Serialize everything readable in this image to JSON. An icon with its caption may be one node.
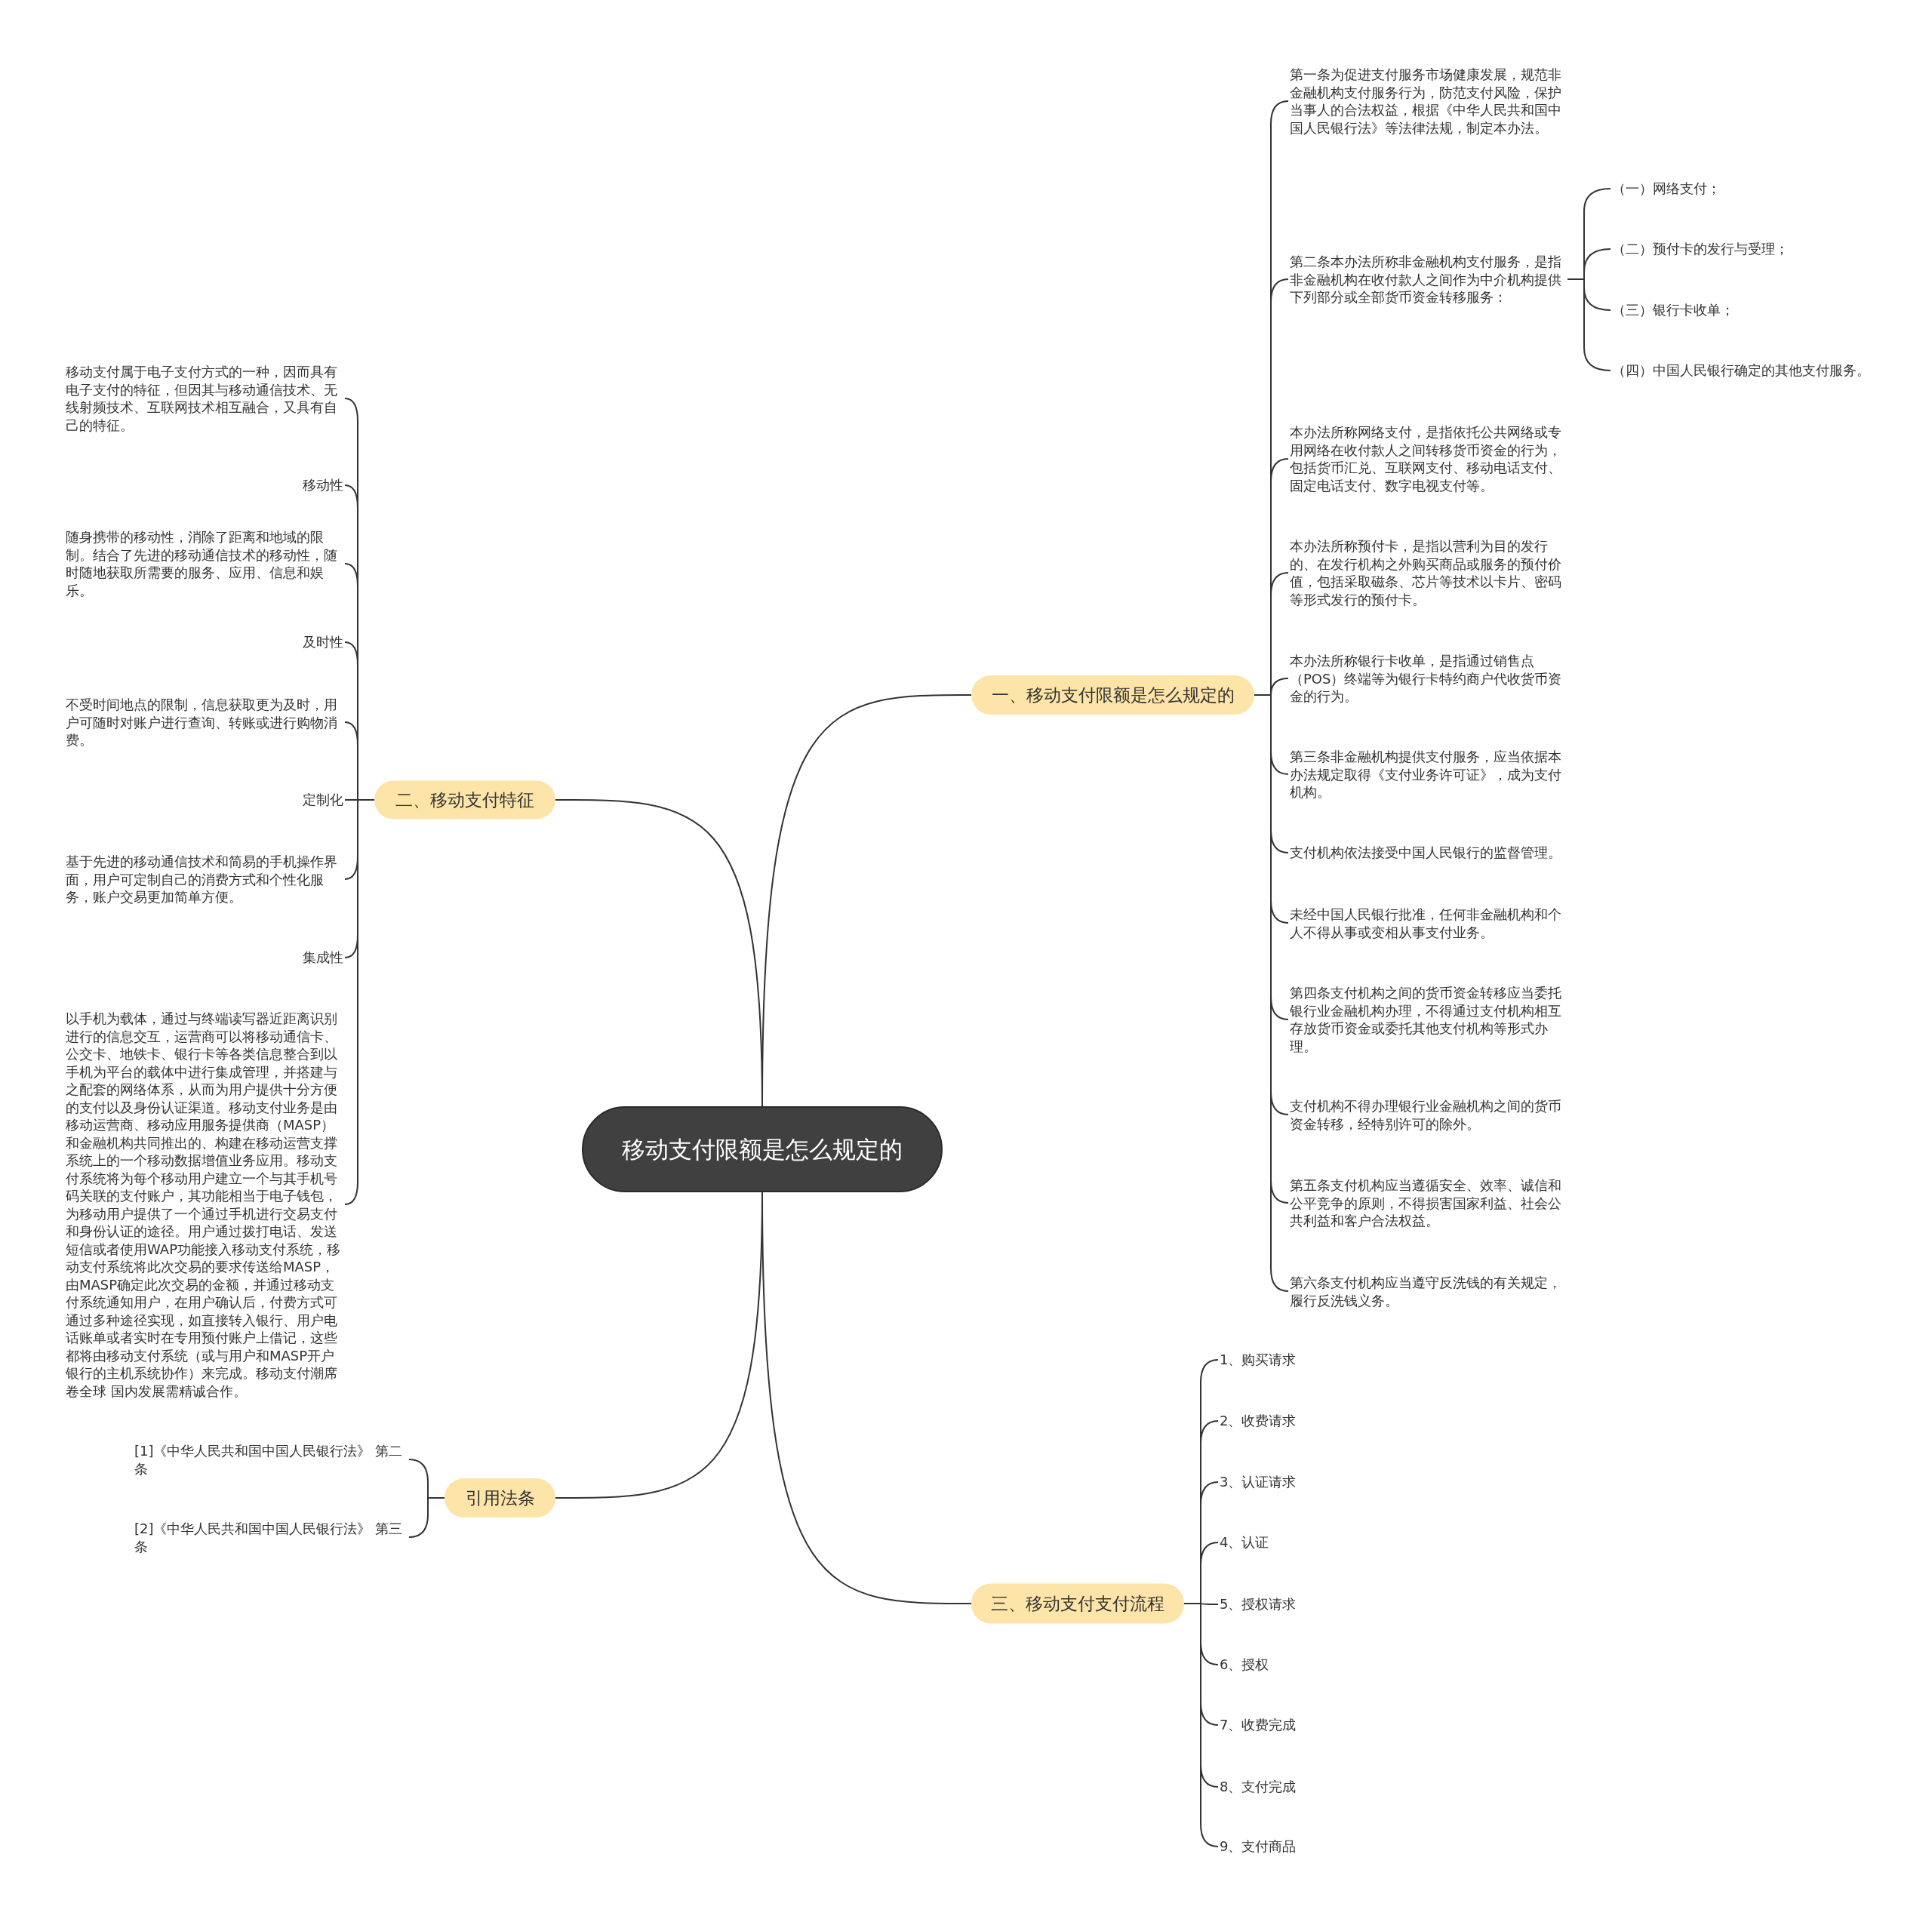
{
  "diagram": {
    "nodes": [
      {
        "text": [
          "移动支付限额是怎么规定的"
        ]
      },
      {
        "text": [
          "一、移动支付限额是怎么规定的"
        ]
      },
      {
        "text": [
          "第一条为促进支付服务市场健康发展，规范非金融机构支付服务行为，防范支付风险，保护当事人的合法权益，根据《中华人民共和国中国人民银行法》等法律法规，制定本办法。"
        ]
      },
      {
        "text": [
          "第二条本办法所称非金融机构支付服务，是指非金融机构在收付款人之间作为中介机构提供下列部分或全部货币资金转移服务："
        ]
      },
      {
        "text": [
          "（一）网络支付；"
        ]
      },
      {
        "text": [
          "（二）预付卡的发行与受理；"
        ]
      },
      {
        "text": [
          "（三）银行卡收单；"
        ]
      },
      {
        "text": [
          "（四）中国人民银行确定的其他支付服务。"
        ]
      },
      {
        "text": [
          "本办法所称网络支付，是指依托公共网络或专用网络在收付款人之间转移货币资金的行为，包括货币汇兑、互联网支付、移动电话支付、固定电话支付、数字电视支付等。"
        ]
      },
      {
        "text": [
          "本办法所称预付卡，是指以营利为目的发行的、在发行机构之外购买商品或服务的预付价值，包括采取磁条、芯片等技术以卡片、密码等形式发行的预付卡。"
        ]
      },
      {
        "text": [
          "本办法所称银行卡收单，是指通过销售点（POS）终端等为银行卡特约商户代收货币资金的行为。"
        ]
      },
      {
        "text": [
          "第三条非金融机构提供支付服务，应当依据本办法规定取得《支付业务许可证》，成为支付机构。"
        ]
      },
      {
        "text": [
          "支付机构依法接受中国人民银行的监督管理。"
        ]
      },
      {
        "text": [
          "未经中国人民银行批准，任何非金融机构和个人不得从事或变相从事支付业务。"
        ]
      },
      {
        "text": [
          "第四条支付机构之间的货币资金转移应当委托银行业金融机构办理，不得通过支付机构相互存放货币资金或委托其他支付机构等形式办理。"
        ]
      },
      {
        "text": [
          "支付机构不得办理银行业金融机构之间的货币资金转移，经特别许可的除外。"
        ]
      },
      {
        "text": [
          "第五条支付机构应当遵循安全、效率、诚信和公平竞争的原则，不得损害国家利益、社会公共利益和客户合法权益。"
        ]
      },
      {
        "text": [
          "第六条支付机构应当遵守反洗钱的有关规定，履行反洗钱义务。"
        ]
      },
      {
        "text": [
          "二、移动支付特征"
        ]
      },
      {
        "text": [
          "移动支付属于电子支付方式的一种，因而具有电子支付的特征，但因其与移动通信技术、无线射频技术、互联网技术相互融合，又具有自己的特征。"
        ]
      },
      {
        "text": [
          "移动性"
        ]
      },
      {
        "text": [
          "随身携带的移动性，消除了距离和地域的限制。结合了先进的移动通信技术的移动性，随时随地获取所需要的服务、应用、信息和娱乐。"
        ]
      },
      {
        "text": [
          "及时性"
        ]
      },
      {
        "text": [
          "不受时间地点的限制，信息获取更为及时，用户可随时对账户进行查询、转账或进行购物消费。"
        ]
      },
      {
        "text": [
          "定制化"
        ]
      },
      {
        "text": [
          "基于先进的移动通信技术和简易的手机操作界面，用户可定制自己的消费方式和个性化服务，账户交易更加简单方便。"
        ]
      },
      {
        "text": [
          "集成性"
        ]
      },
      {
        "text": [
          "以手机为载体，通过与终端读写器近距离识别进行的信息交互，运营商可以将移动通信卡、公交卡、地铁卡、银行卡等各类信息整合到以手机为平台的载体中进行集成管理，并搭建与之配套的网络体系，从而为用户提供十分方便的支付以及身份认证渠道。移动支付业务是由移动运营商、移动应用服务提供商（MASP）和金融机构共同推出的、构建在移动运营支撑系统上的一个移动数据增值业务应用。移动支付系统将为每个移动用户建立一个与其手机号码关联的支付账户，其功能相当于电子钱包，为移动用户提供了一个通过手机进行交易支付和身份认证的途径。用户通过拨打电话、发送短信或者使用WAP功能接入移动支付系统，移动支付系统将此次交易的要求传送给MASP，由MASP确定此次交易的金额，并通过移动支付系统通知用户，在用户确认后，付费方式可通过多种途径实现，如直接转入银行、用户电话账单或者实时在专用预付账户上借记，这些都将由移动支付系统（或与用户和MASP开户银行的主机系统协作）来完成。移动支付潮席卷全球 国内发展需精诚合作。"
        ]
      },
      {
        "text": [
          "引用法条"
        ]
      },
      {
        "text": [
          "[1]《中华人民共和国中国人民银行法》 第二条"
        ]
      },
      {
        "text": [
          "[2]《中华人民共和国中国人民银行法》 第三条"
        ]
      },
      {
        "text": [
          "三、移动支付支付流程"
        ]
      },
      {
        "text": [
          "1、购买请求"
        ]
      },
      {
        "text": [
          "2、收费请求"
        ]
      },
      {
        "text": [
          "3、认证请求"
        ]
      },
      {
        "text": [
          "4、认证"
        ]
      },
      {
        "text": [
          "5、授权请求"
        ]
      },
      {
        "text": [
          "6、授权"
        ]
      },
      {
        "text": [
          "7、收费完成"
        ]
      },
      {
        "text": [
          "8、支付完成"
        ]
      },
      {
        "text": [
          "9、支付商品"
        ]
      }
    ],
    "edges": [
      {
        "from": 0,
        "to": 1,
        "arrow": "none"
      },
      {
        "from": 1,
        "to": 2,
        "arrow": "none"
      },
      {
        "from": 1,
        "to": 3,
        "arrow": "none"
      },
      {
        "from": 3,
        "to": 4,
        "arrow": "none"
      },
      {
        "from": 3,
        "to": 5,
        "arrow": "none"
      },
      {
        "from": 3,
        "to": 6,
        "arrow": "none"
      },
      {
        "from": 3,
        "to": 7,
        "arrow": "none"
      },
      {
        "from": 1,
        "to": 8,
        "arrow": "none"
      },
      {
        "from": 1,
        "to": 9,
        "arrow": "none"
      },
      {
        "from": 1,
        "to": 10,
        "arrow": "none"
      },
      {
        "from": 1,
        "to": 11,
        "arrow": "none"
      },
      {
        "from": 1,
        "to": 12,
        "arrow": "none"
      },
      {
        "from": 1,
        "to": 13,
        "arrow": "none"
      },
      {
        "from": 1,
        "to": 14,
        "arrow": "none"
      },
      {
        "from": 1,
        "to": 15,
        "arrow": "none"
      },
      {
        "from": 1,
        "to": 16,
        "arrow": "none"
      },
      {
        "from": 1,
        "to": 17,
        "arrow": "none"
      },
      {
        "from": 0,
        "to": 18,
        "arrow": "none"
      },
      {
        "from": 18,
        "to": 19,
        "arrow": "none"
      },
      {
        "from": 18,
        "to": 20,
        "arrow": "none"
      },
      {
        "from": 18,
        "to": 21,
        "arrow": "none"
      },
      {
        "from": 18,
        "to": 22,
        "arrow": "none"
      },
      {
        "from": 18,
        "to": 23,
        "arrow": "none"
      },
      {
        "from": 18,
        "to": 24,
        "arrow": "none"
      },
      {
        "from": 18,
        "to": 25,
        "arrow": "none"
      },
      {
        "from": 18,
        "to": 26,
        "arrow": "none"
      },
      {
        "from": 18,
        "to": 27,
        "arrow": "none"
      },
      {
        "from": 0,
        "to": 28,
        "arrow": "none"
      },
      {
        "from": 28,
        "to": 29,
        "arrow": "none"
      },
      {
        "from": 28,
        "to": 30,
        "arrow": "none"
      },
      {
        "from": 0,
        "to": 31,
        "arrow": "none"
      },
      {
        "from": 31,
        "to": 32,
        "arrow": "none"
      },
      {
        "from": 31,
        "to": 33,
        "arrow": "none"
      },
      {
        "from": 31,
        "to": 34,
        "arrow": "none"
      },
      {
        "from": 31,
        "to": 35,
        "arrow": "none"
      },
      {
        "from": 31,
        "to": 36,
        "arrow": "none"
      },
      {
        "from": 31,
        "to": 37,
        "arrow": "none"
      },
      {
        "from": 31,
        "to": 38,
        "arrow": "none"
      },
      {
        "from": 31,
        "to": 39,
        "arrow": "none"
      },
      {
        "from": 31,
        "to": 40,
        "arrow": "none"
      }
    ]
  }
}
